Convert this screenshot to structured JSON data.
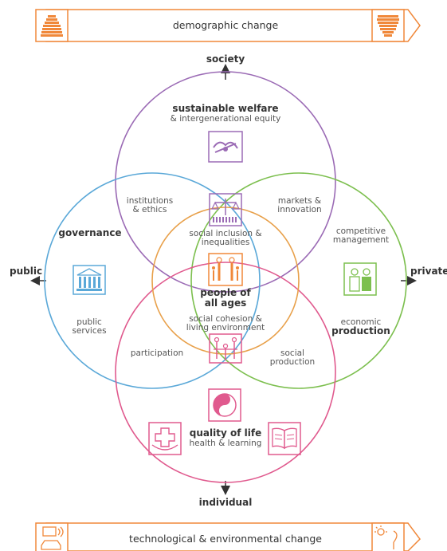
{
  "banners": {
    "top": "demographic change",
    "bottom": "technological & environmental change"
  },
  "axes": {
    "top": "society",
    "bottom": "individual",
    "left": "public",
    "right": "private"
  },
  "circles": {
    "top": {
      "title": "sustainable welfare",
      "subtitle": "& intergenerational equity"
    },
    "left": {
      "title": "governance",
      "sub1": "public",
      "sub2": "services"
    },
    "right": {
      "pre": "economic",
      "title": "production",
      "top1": "competitive",
      "top2": "management"
    },
    "bottom": {
      "title": "quality of life",
      "subtitle": "health & learning"
    }
  },
  "intersections": {
    "top_left": [
      "institutions",
      "& ethics"
    ],
    "top_right": [
      "markets &",
      "innovation"
    ],
    "top_center": [
      "social inclusion &",
      "inequalities"
    ],
    "center": [
      "people of",
      "all ages"
    ],
    "bottom_center": [
      "social cohesion &",
      "living environment"
    ],
    "bottom_left": "participation",
    "bottom_right": [
      "social",
      "production"
    ]
  },
  "colors": {
    "orange": "#f0883a",
    "purple": "#9b6bb5",
    "blue": "#5aa8d8",
    "green": "#7cbf4e",
    "pink": "#e05a8e",
    "center": "#e8a04a"
  },
  "icons": [
    "pyramid-icon",
    "inverted-pyramid-icon",
    "handshake-icon",
    "scales-icon",
    "building-icon",
    "workers-icon",
    "family-icon",
    "community-icon",
    "yin-yang-icon",
    "health-icon",
    "book-icon",
    "computer-car-icon",
    "plant-sun-icon"
  ]
}
